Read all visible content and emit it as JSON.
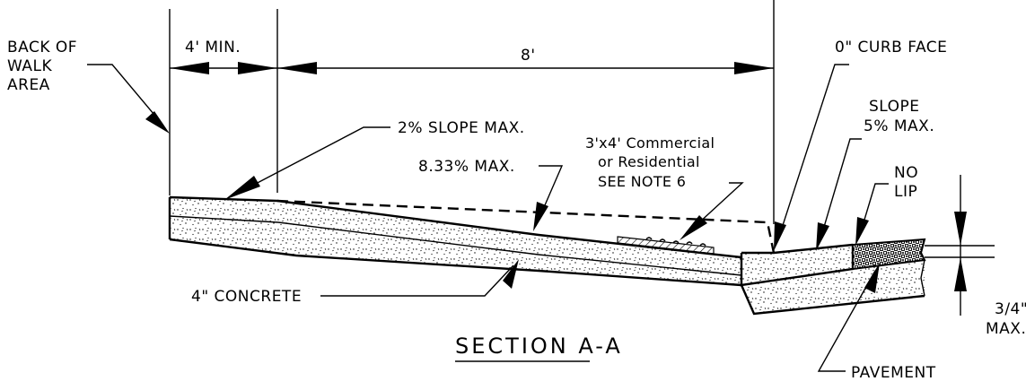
{
  "labels": {
    "back_of_walk_1": "BACK OF",
    "back_of_walk_2": "WALK",
    "back_of_walk_3": "AREA",
    "dim_4ft_min": "4' MIN.",
    "dim_8ft": "8'",
    "curb_face": "0\" CURB FACE",
    "slope_2pct": "2% SLOPE MAX.",
    "slope_833pct": "8.33% MAX.",
    "detectable_1": "3'x4' Commercial",
    "detectable_2": "or Residential",
    "detectable_3": "SEE NOTE 6",
    "slope_5pct_1": "SLOPE",
    "slope_5pct_2": "5% MAX.",
    "no_lip_1": "NO",
    "no_lip_2": "LIP",
    "concrete": "4\" CONCRETE",
    "lip_max_1": "3/4\"",
    "lip_max_2": "MAX.",
    "pavement": "PAVEMENT",
    "section_title": "SECTION A-A"
  }
}
